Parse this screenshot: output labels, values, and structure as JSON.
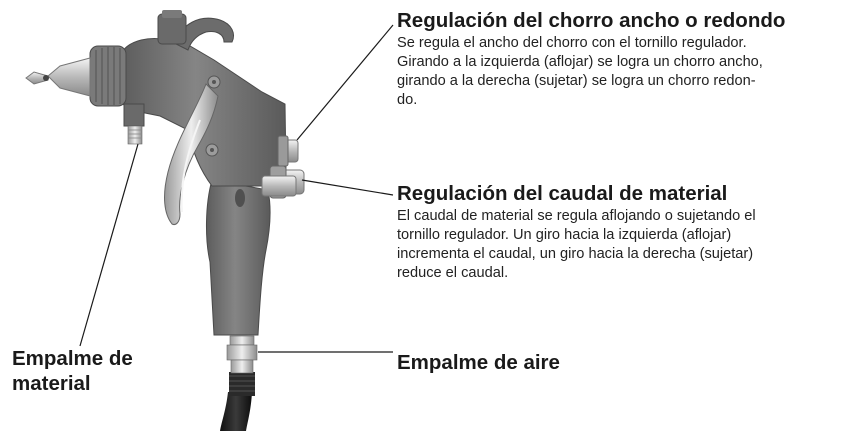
{
  "callouts": {
    "spray_width": {
      "title": "Regulación del chorro ancho o redondo",
      "lines": [
        "Se regula el ancho del chorro con el tornillo regulador.",
        "Girando a la izquierda (aflojar) se logra un chorro ancho,",
        "girando a la derecha (sujetar) se logra un chorro redon-",
        "do."
      ]
    },
    "material_flow": {
      "title": "Regulación del caudal de material",
      "lines": [
        "El caudal de material se regula aflojando o sujetando el",
        "tornillo regulador. Un giro hacia la izquierda (aflojar)",
        "incrementa el caudal, un giro hacia la derecha (sujetar)",
        "reduce el caudal."
      ]
    },
    "material_connection": {
      "line1": "Empalme de",
      "line2": "material"
    },
    "air_connection": {
      "title": "Empalme de aire"
    }
  },
  "colors": {
    "text": "#1a1a1a",
    "gun_body": "#6e6e6e",
    "metal": "#c8c8c8",
    "hose": "#1e1e1e"
  }
}
